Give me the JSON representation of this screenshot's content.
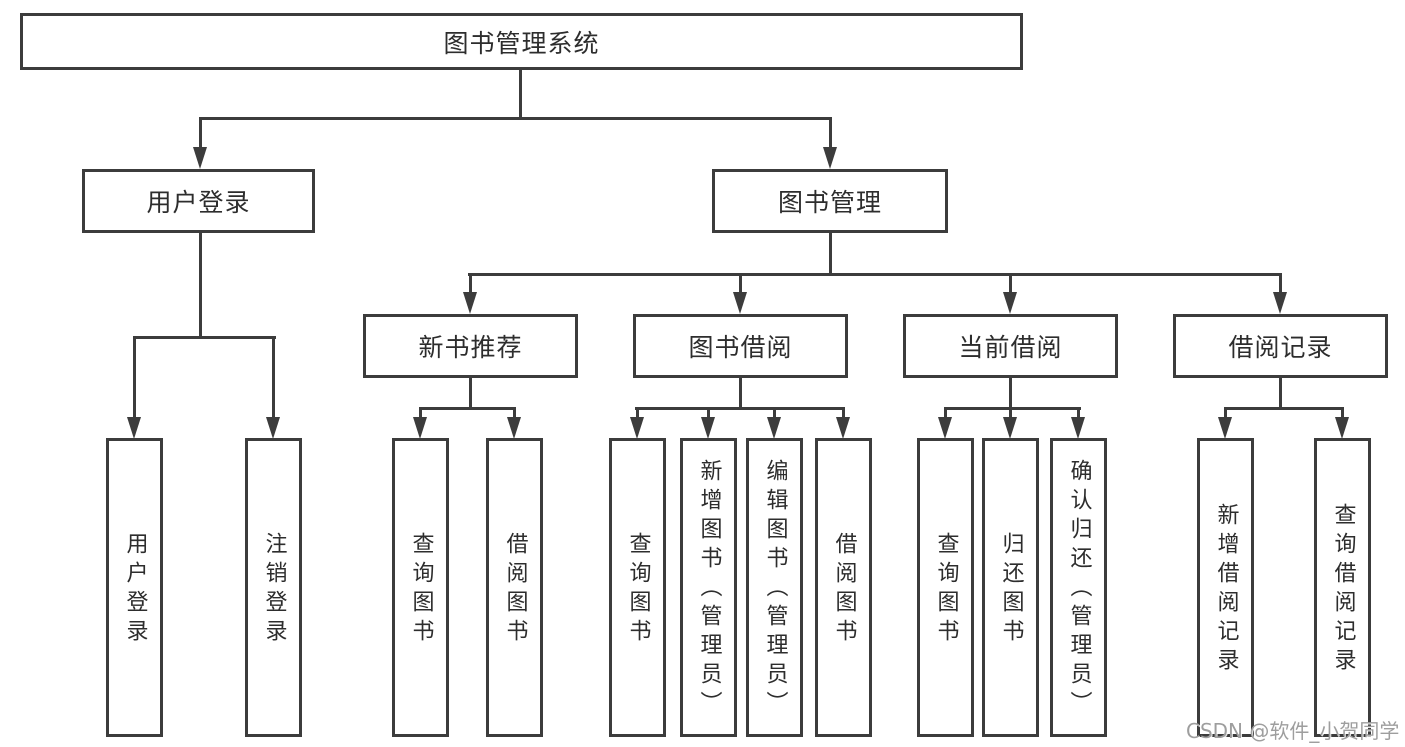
{
  "diagram": {
    "title": "图书管理系统",
    "nodes": {
      "root": "图书管理系统",
      "l2": [
        "用户登录",
        "图书管理"
      ],
      "l3": [
        "新书推荐",
        "图书借阅",
        "当前借阅",
        "借阅记录"
      ],
      "leaves": [
        "用户登录",
        "注销登录",
        "查询图书",
        "借阅图书",
        "查询图书",
        "新增图书（管理员）",
        "编辑图书（管理员）",
        "借阅图书",
        "查询图书",
        "归还图书",
        "确认归还（管理员）",
        "新增借阅记录",
        "查询借阅记录"
      ]
    },
    "hierarchy": {
      "图书管理系统": [
        "用户登录",
        "图书管理"
      ],
      "用户登录": [
        "用户登录",
        "注销登录"
      ],
      "图书管理": [
        "新书推荐",
        "图书借阅",
        "当前借阅",
        "借阅记录"
      ],
      "新书推荐": [
        "查询图书",
        "借阅图书"
      ],
      "图书借阅": [
        "查询图书",
        "新增图书（管理员）",
        "编辑图书（管理员）",
        "借阅图书"
      ],
      "当前借阅": [
        "查询图书",
        "归还图书",
        "确认归还（管理员）"
      ],
      "借阅记录": [
        "新增借阅记录",
        "查询借阅记录"
      ]
    },
    "colors": {
      "line": "#3c3c3c",
      "text": "#2d2d2d",
      "box_fill": "#ffffff",
      "background": "#ffffff"
    }
  },
  "watermark": {
    "text": "CSDN @软件_小贺同学",
    "color": "#9e9e9e"
  }
}
